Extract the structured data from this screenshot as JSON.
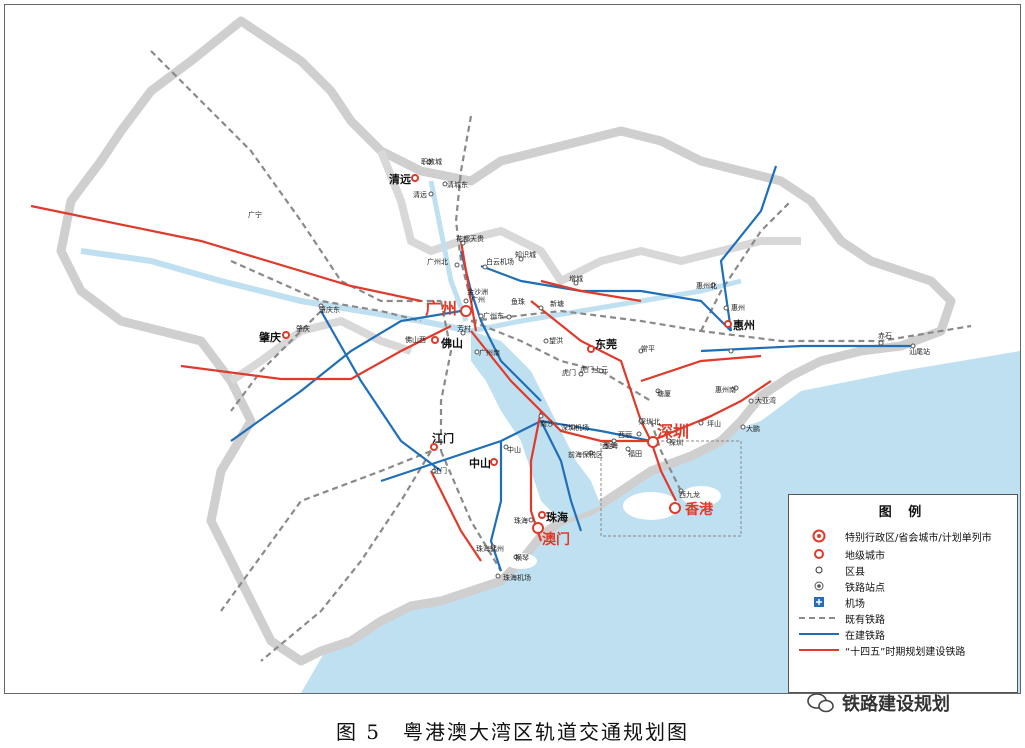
{
  "caption": "图 5　粤港澳大湾区轨道交通规划图",
  "watermark": {
    "text": "铁路建设规划",
    "icon": "wechat-icon"
  },
  "legend": {
    "title": "图 例",
    "items": [
      {
        "symbol": "star-circle",
        "color": "#e03a2b",
        "label": "特别行政区/省会城市/计划单列市"
      },
      {
        "symbol": "red-circle",
        "color": "#e03a2b",
        "label": "地级城市"
      },
      {
        "symbol": "open-circle",
        "color": "#333333",
        "label": "区县"
      },
      {
        "symbol": "station",
        "color": "#555555",
        "label": "铁路站点"
      },
      {
        "symbol": "airport",
        "color": "#2a6db5",
        "label": "机场"
      },
      {
        "symbol": "dashed-line",
        "color": "#8a8a8a",
        "label": "既有铁路"
      },
      {
        "symbol": "blue-line",
        "color": "#1f6fb8",
        "label": "在建铁路"
      },
      {
        "symbol": "red-line",
        "color": "#e03a2b",
        "label": "“十四五”时期规划建设铁路"
      }
    ]
  },
  "map": {
    "colors": {
      "land": "#ffffff",
      "province": "#d8d8d8",
      "water": "#bfe0f0",
      "existing": "#8a8a8a",
      "construction": "#1f6fb8",
      "planned": "#e03a2b"
    },
    "cities": {
      "guangzhou": "广州",
      "shenzhen": "深圳",
      "hongkong": "香港",
      "macau": "澳门",
      "foshan": "佛山",
      "dongguan": "东莞",
      "huizhou": "惠州",
      "zhaoqing": "肇庆",
      "jiangmen": "江门",
      "zhongshan": "中山",
      "zhuhai": "珠海",
      "qingyuan": "清远"
    },
    "stations": {
      "zhengjiaocheng": "职教城",
      "qingchengdong": "清城东",
      "qingyuan_st": "清远",
      "guangning": "广宁",
      "huadu": "花都天贵",
      "guangzhoubei": "广州北",
      "baiyun": "白云机场",
      "zhishicheng": "知识城",
      "zengcheng": "增城",
      "xintang": "新塘",
      "yuzhu": "鱼珠",
      "guangzhoudong": "广州东",
      "guangzhou_st": "广州",
      "jinshazhou": "金沙洲",
      "fangcun": "芳村",
      "foshanxi": "佛山西",
      "guangzhounan": "广州南",
      "wangchong": "望洪",
      "zhaoqingdong": "肇庆东",
      "zhaoqing_st": "肇庆",
      "huizhoubei": "惠州北",
      "huizhou_st": "惠州",
      "huizhounan": "惠州南",
      "daya": "大亚湾",
      "dapeng": "大鹏",
      "chishi": "赤石",
      "shanwei": "汕尾站",
      "changping": "常平",
      "tangxia": "塘厦",
      "humen": "虎门",
      "humenshang": "虎门上元",
      "nansha": "南沙",
      "shenzhenjichang": "深圳机场",
      "shenzhenbei": "深圳北",
      "xili": "西丽",
      "xixiang": "西乡",
      "futian": "福田",
      "shenzhen_st": "深圳",
      "pingshan": "坪山",
      "qianhai": "前海",
      "qianhaibao": "前海保税区",
      "xijiulong": "西九龙",
      "jiangmen_st": "江门",
      "zhongshan_st": "中山",
      "zhuhai_st": "珠海",
      "zhuhaihe": "珠海鹤州",
      "hengqin": "横琴",
      "zhuhaijichang": "珠海机场"
    }
  }
}
